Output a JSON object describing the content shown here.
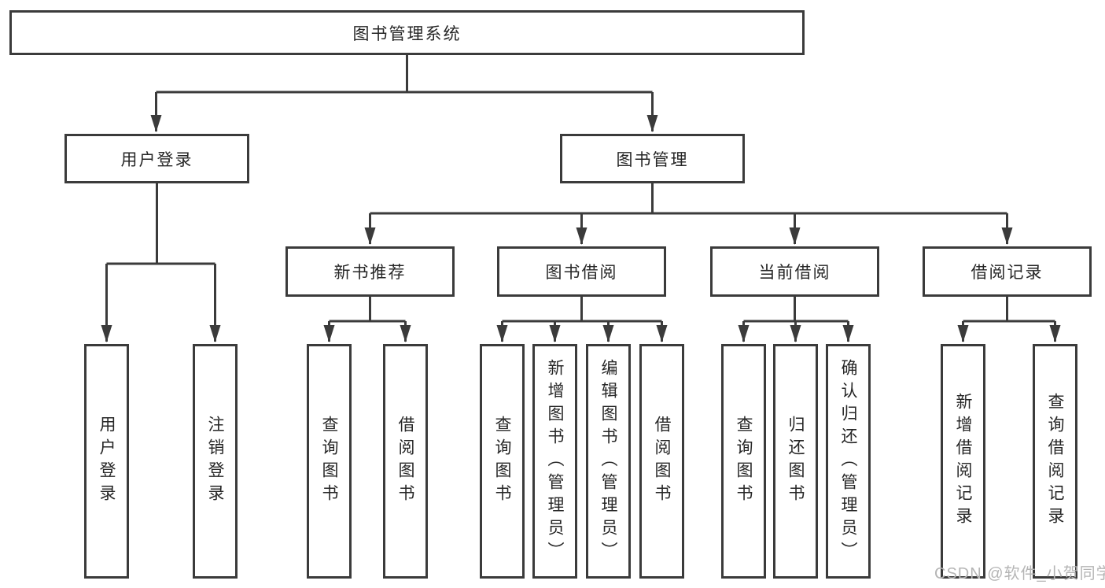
{
  "tree": {
    "root": "图书管理系统",
    "user": {
      "label": "用户登录",
      "children": [
        "用户登录",
        "注销登录"
      ]
    },
    "mgmt": {
      "label": "图书管理",
      "sections": [
        {
          "label": "新书推荐",
          "children": [
            "查询图书",
            "借阅图书"
          ]
        },
        {
          "label": "图书借阅",
          "children": [
            "查询图书",
            "新增图书（管理员）",
            "编辑图书（管理员）",
            "借阅图书"
          ]
        },
        {
          "label": "当前借阅",
          "children": [
            "查询图书",
            "归还图书",
            "确认归还（管理员）"
          ]
        },
        {
          "label": "借阅记录",
          "children": [
            "新增借阅记录",
            "查询借阅记录"
          ]
        }
      ]
    }
  },
  "watermark": "CSDN @软件_小贺同学",
  "colors": {
    "line": "#3b3b3b",
    "text": "#262626",
    "box_fill": "#ffffff",
    "watermark": "#b5b5b5"
  }
}
